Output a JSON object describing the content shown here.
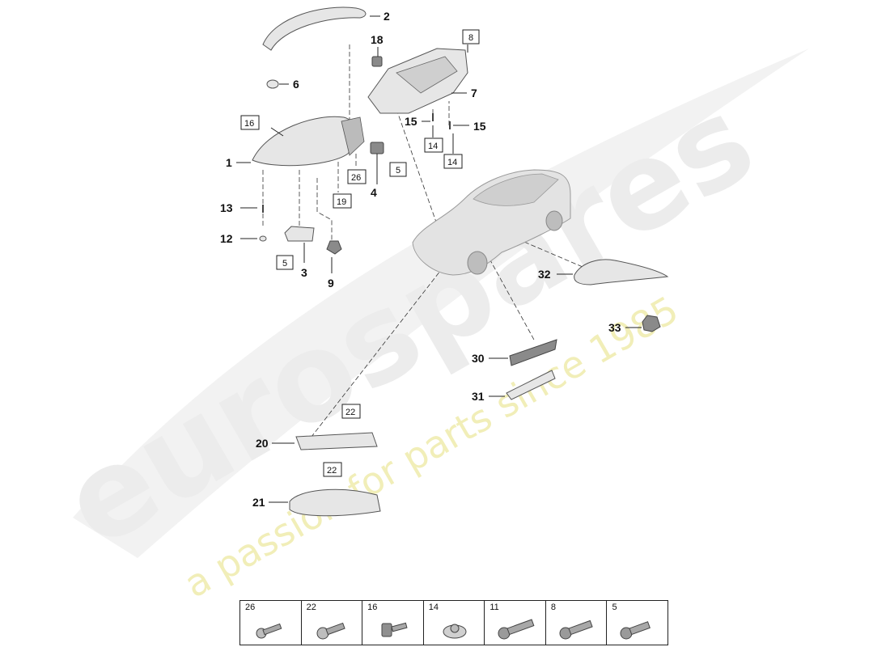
{
  "watermark": {
    "brand": "eurospares",
    "tagline": "a passion for parts since 1985"
  },
  "labels": {
    "l1": "1",
    "l2": "2",
    "l3": "3",
    "l4": "4",
    "l6": "6",
    "l7": "7",
    "l9": "9",
    "l12": "12",
    "l13": "13",
    "l15a": "15",
    "l15b": "15",
    "l18": "18",
    "l20": "20",
    "l21": "21",
    "l30": "30",
    "l31": "31",
    "l32": "32",
    "l33": "33"
  },
  "boxes": {
    "b8": "8",
    "b16": "16",
    "b26": "26",
    "b5a": "5",
    "b19": "19",
    "b14a": "14",
    "b14b": "14",
    "b5b": "5",
    "b22a": "22",
    "b22b": "22"
  },
  "legend": {
    "cells": [
      {
        "num": "26",
        "icon": "screw-small-icon"
      },
      {
        "num": "22",
        "icon": "screw-flange-icon"
      },
      {
        "num": "16",
        "icon": "screw-washer-icon"
      },
      {
        "num": "14",
        "icon": "nut-clip-icon"
      },
      {
        "num": "11",
        "icon": "bolt-long-icon"
      },
      {
        "num": "8",
        "icon": "bolt-medium-icon"
      },
      {
        "num": "5",
        "icon": "bolt-short-icon"
      }
    ]
  }
}
